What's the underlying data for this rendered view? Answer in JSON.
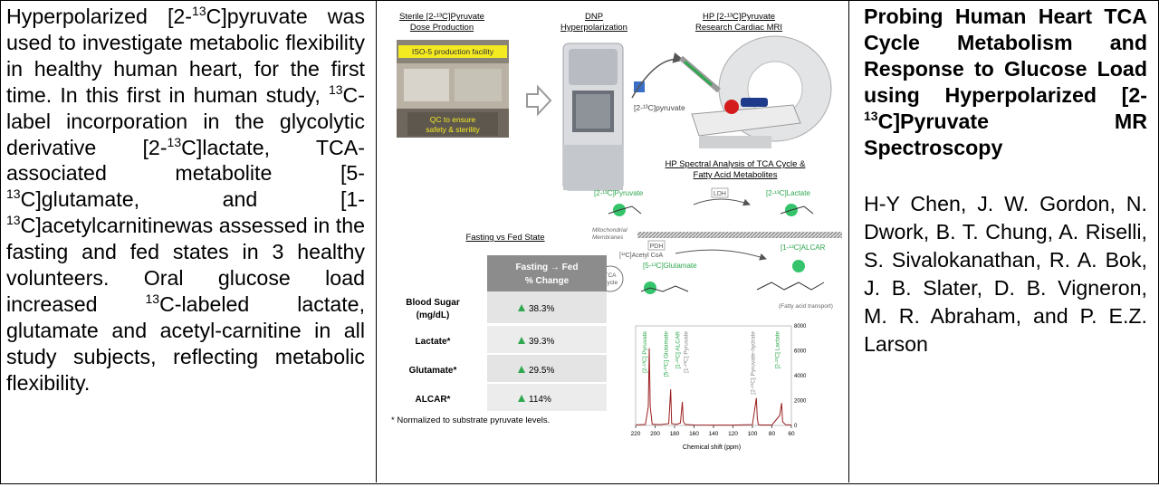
{
  "abstract": {
    "p1": "Hyperpolarized [2-",
    "sup1": "13",
    "p2": "C]pyruvate was used to investigate metabolic flexibility in healthy human heart, for the first time. In this first in human study, ",
    "sup2": "13",
    "p3": "C-label incorporation in the glycolytic derivative [2-",
    "sup3": "13",
    "p4": "C]lactate, TCA-associated metabolite [5-",
    "sup4": "13",
    "p5": "C]glutamate, and [1-",
    "sup5": "13",
    "p6": "C]acetylcarnitinewas assessed in the fasting and fed states in 3 healthy volunteers. Oral glucose load increased ",
    "sup6": "13",
    "p7": "C-labeled lactate, glutamate and acetyl-carnitine in all study subjects, reflecting metabolic flexibility."
  },
  "title": {
    "t1": "Probing Human Heart TCA Cycle Metabolism and Response to Glucose Load using Hyperpolarized [2-",
    "sup": "13",
    "t2": "C]Pyruvate MR Spectroscopy"
  },
  "authors": "H-Y Chen, J. W. Gordon, N. Dwork, B. T. Chung, A. Riselli, S. Sivalokanathan, R. A. Bok, J. B. Slater, D. B. Vigneron, M. R. Abraham, and P. E.Z. Larson",
  "figure": {
    "step1_l1": "Sterile [2-¹³C]Pyruvate",
    "step1_l2": "Dose Production",
    "step2_l1": "DNP",
    "step2_l2": "Hyperpolarization",
    "step3_l1": "HP [2-¹³C]Pyruvate",
    "step3_l2": "Research Cardiac MRI",
    "iso_label": "ISO-5 production facility",
    "qc_l1": "QC to ensure",
    "qc_l2": "safety & sterility",
    "pyruvate_label": "[2-¹³C]pyruvate",
    "analysis_l1": "HP Spectral Analysis of TCA Cycle &",
    "analysis_l2": "Fatty Acid Metabolites",
    "met_pyruvate": "[2-¹³C]Pyruvate",
    "met_lactate": "[2-¹³C]Lactate",
    "ldh": "LDH",
    "pdh": "PDH",
    "mito1": "Mitochondrial",
    "mito2": "Membranes",
    "acetylcoa": "[¹³C]Acetyl CoA",
    "alcar": "[1-¹³C]ALCAR",
    "glutamate": "[5-¹³C]Glutamate",
    "tca1": "TCA",
    "tca2": "Cycle",
    "fatty": "(Fatty acid transport)",
    "xaxis_label": "Chemical shift (ppm)",
    "table_title": "Fasting vs Fed State",
    "table_header_l1": "Fasting → Fed",
    "table_header_l2": "% Change",
    "footnote": "* Normalized to substrate pyruvate levels."
  },
  "table_rows": [
    {
      "name": "Blood Sugar",
      "name2": "(mg/dL)",
      "value": "38.3%"
    },
    {
      "name": "Lactate*",
      "name2": "",
      "value": "39.3%"
    },
    {
      "name": "Glutamate*",
      "name2": "",
      "value": "29.5%"
    },
    {
      "name": "ALCAR*",
      "name2": "",
      "value": "114%"
    }
  ],
  "chart_data": {
    "type": "line",
    "xlabel": "Chemical shift (ppm)",
    "x_ticks": [
      "220",
      "200",
      "180",
      "160",
      "140",
      "120",
      "100",
      "80",
      "60"
    ],
    "y_ticks": [
      "0",
      "2000",
      "4000",
      "6000",
      "8000"
    ],
    "xlim": [
      220,
      60
    ],
    "ylim": [
      0,
      8000
    ],
    "peak_labels": [
      "[2-¹³C] Pyruvate",
      "[5-¹³C] Glutamate",
      "[1-¹³C] ALCAR",
      "[1-¹³C] Pyruvate",
      "[2-¹³C] Pyruvate-hydrate",
      "[2-¹³C] Lactate"
    ],
    "series": [
      {
        "x": [
          220,
          210,
          207,
          206,
          205,
          203,
          195,
          186,
          184,
          183,
          178,
          174,
          172,
          171,
          169,
          160,
          140,
          120,
          100,
          96,
          95,
          94,
          90,
          80,
          72,
          70,
          69,
          66,
          60
        ],
        "y": [
          50,
          80,
          1500,
          6200,
          1500,
          100,
          60,
          150,
          2900,
          150,
          80,
          200,
          1900,
          300,
          80,
          40,
          30,
          30,
          60,
          2200,
          600,
          60,
          40,
          40,
          800,
          1800,
          300,
          60,
          40
        ]
      }
    ]
  }
}
